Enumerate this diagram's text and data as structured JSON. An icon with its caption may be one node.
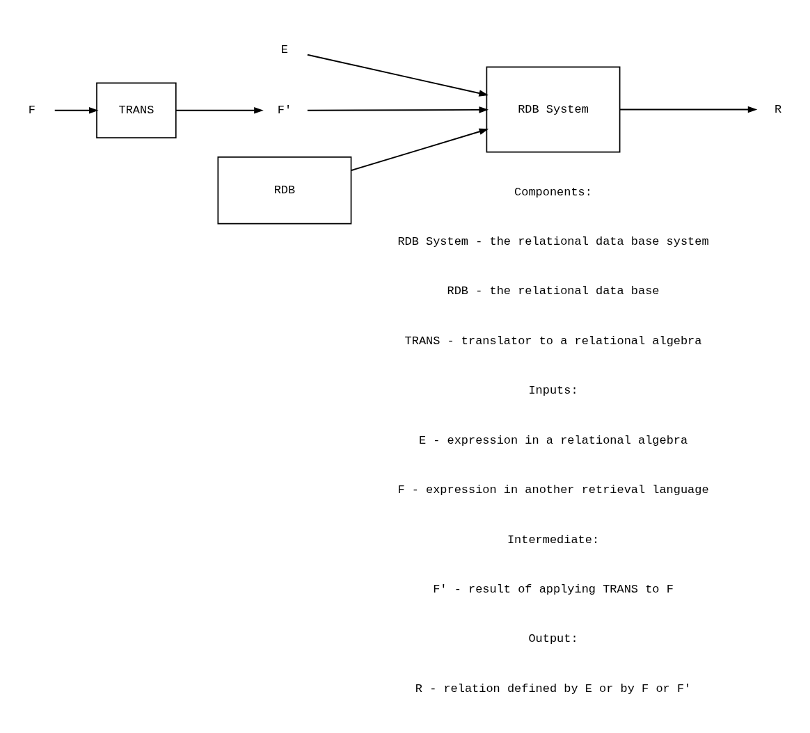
{
  "diagram": {
    "nodes": [
      {
        "text": [
          "E"
        ]
      },
      {
        "text": [
          "F"
        ]
      },
      {
        "text": [
          "TRANS"
        ]
      },
      {
        "text": [
          "F'"
        ]
      },
      {
        "text": [
          "RDB System"
        ]
      },
      {
        "text": [
          "R"
        ]
      },
      {
        "text": [
          "RDB"
        ]
      }
    ],
    "edges": [
      {
        "from": 0,
        "to": 4,
        "arrow": "to"
      },
      {
        "from": 1,
        "to": 2,
        "arrow": "to"
      },
      {
        "from": 2,
        "to": 3,
        "arrow": "to"
      },
      {
        "from": 3,
        "to": 4,
        "arrow": "to"
      },
      {
        "from": 4,
        "to": 5,
        "arrow": "to"
      },
      {
        "from": 6,
        "to": 4,
        "arrow": "to"
      }
    ],
    "labels": [
      "Components:",
      "RDB System - the relational data base system",
      "RDB - the relational data base",
      "TRANS - translator to a relational algebra",
      "Inputs:",
      "E - expression in a relational algebra",
      "F - expression in another retrieval language",
      "Intermediate:",
      "F' - result of applying TRANS to F",
      "Output:",
      "R - relation defined by E or by F or F'"
    ]
  }
}
